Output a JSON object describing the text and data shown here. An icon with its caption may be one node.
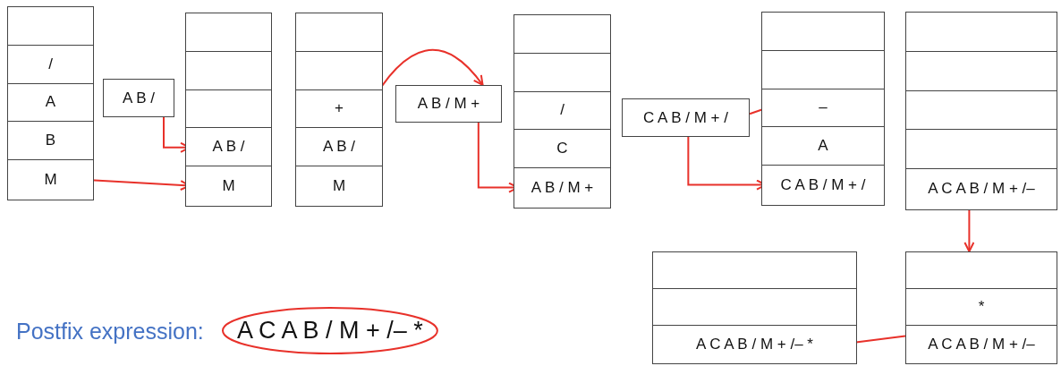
{
  "diagram": {
    "nodes": [
      {
        "text": [],
        "shape": "box"
      },
      {
        "text": [],
        "shape": "box",
        "in": 0
      },
      {
        "text": [
          "/"
        ],
        "in": 0
      },
      {
        "text": [
          "A"
        ],
        "in": 0
      },
      {
        "text": [
          "B"
        ],
        "in": 0
      },
      {
        "text": [
          "M"
        ],
        "in": 0
      },
      {
        "text": [
          "A B /"
        ]
      },
      {
        "text": [],
        "shape": "box"
      },
      {
        "text": [],
        "shape": "box",
        "in": 7
      },
      {
        "text": [],
        "shape": "box",
        "in": 7
      },
      {
        "text": [],
        "shape": "box",
        "in": 7
      },
      {
        "text": [
          "A B /"
        ],
        "in": 7
      },
      {
        "text": [
          "M"
        ],
        "in": 7
      },
      {
        "text": [],
        "shape": "box"
      },
      {
        "text": [],
        "shape": "box",
        "in": 13
      },
      {
        "text": [],
        "shape": "box",
        "in": 13
      },
      {
        "text": [
          "+"
        ],
        "in": 13
      },
      {
        "text": [
          "A B /"
        ],
        "in": 13
      },
      {
        "text": [
          "M"
        ],
        "in": 13
      },
      {
        "text": [
          "A B / M +"
        ]
      },
      {
        "text": [],
        "shape": "box"
      },
      {
        "text": [],
        "shape": "box",
        "in": 20
      },
      {
        "text": [],
        "shape": "box",
        "in": 20
      },
      {
        "text": [
          "/"
        ],
        "in": 20
      },
      {
        "text": [
          "C"
        ],
        "in": 20
      },
      {
        "text": [
          "A B / M +"
        ],
        "in": 20
      },
      {
        "text": [
          "C A B / M + /"
        ]
      },
      {
        "text": [],
        "shape": "box"
      },
      {
        "text": [],
        "shape": "box",
        "in": 27
      },
      {
        "text": [],
        "shape": "box",
        "in": 27
      },
      {
        "text": [
          "–"
        ],
        "in": 27
      },
      {
        "text": [
          "A"
        ],
        "in": 27
      },
      {
        "text": [
          "C A B / M + /"
        ],
        "in": 27
      },
      {
        "text": [],
        "shape": "box"
      },
      {
        "text": [],
        "shape": "box",
        "in": 33
      },
      {
        "text": [],
        "shape": "box",
        "in": 33
      },
      {
        "text": [],
        "shape": "box",
        "in": 33
      },
      {
        "text": [],
        "shape": "box",
        "in": 33
      },
      {
        "text": [
          "A C A B / M + /–"
        ],
        "in": 33
      },
      {
        "text": [],
        "shape": "box"
      },
      {
        "text": [],
        "shape": "box",
        "in": 39
      },
      {
        "text": [],
        "shape": "box",
        "in": 39
      },
      {
        "text": [
          "A C A B / M + /– *"
        ],
        "in": 39
      },
      {
        "text": [],
        "shape": "box"
      },
      {
        "text": [],
        "shape": "box",
        "in": 43
      },
      {
        "text": [
          "*"
        ],
        "in": 43
      },
      {
        "text": [
          "A C A B / M + /–"
        ],
        "in": 43
      }
    ],
    "edges": [
      {
        "from": 6,
        "to": 11,
        "arrow": "to"
      },
      {
        "from": 5,
        "to": 12,
        "arrow": "to"
      },
      {
        "from": 16,
        "to": 19,
        "arrow": "to"
      },
      {
        "from": 19,
        "to": 25,
        "arrow": "to"
      },
      {
        "from": 26,
        "to": 30,
        "arrow": "none"
      },
      {
        "from": 26,
        "to": 32,
        "arrow": "to"
      },
      {
        "from": 33,
        "to": 43,
        "arrow": "to"
      },
      {
        "from": 43,
        "to": 42,
        "arrow": "to"
      }
    ],
    "labels": [
      "Postfix expression:",
      "A C A B / M + /– *"
    ]
  }
}
